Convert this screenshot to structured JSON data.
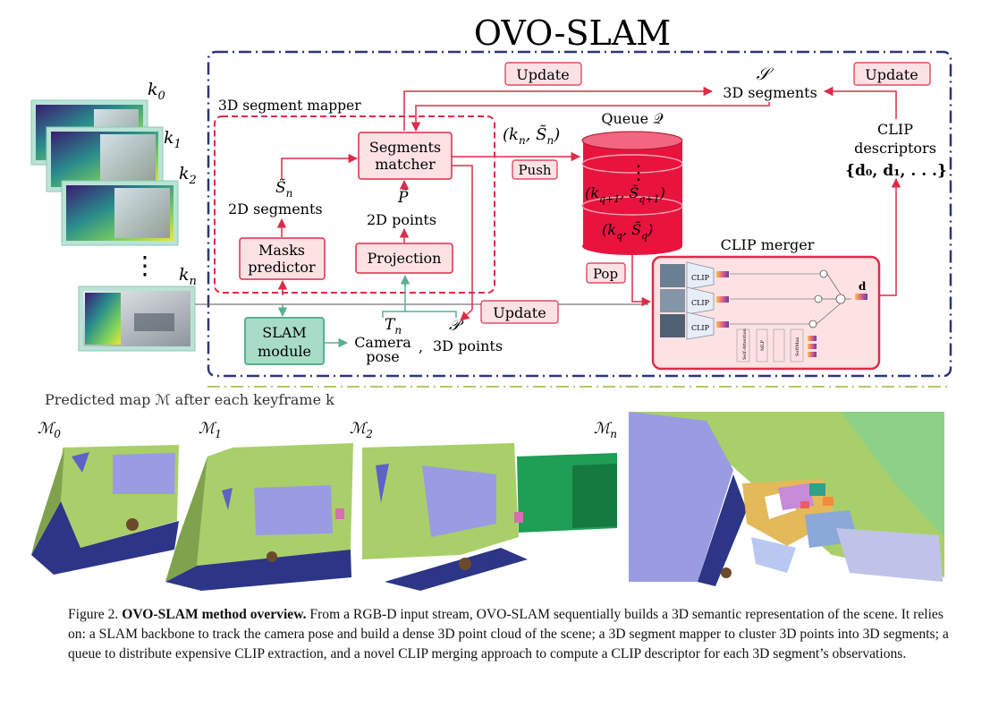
{
  "title": "OVO-SLAM",
  "labels": {
    "update_top": "Update",
    "update_right": "Update",
    "update_bottom": "Update",
    "segments_math": "𝒮",
    "segments_text": "3D segments",
    "mapper_title": "3D segment mapper",
    "matcher_line1": "Segments",
    "matcher_line2": "matcher",
    "tuple_text": "(k",
    "tuple_sub": "n",
    "tuple_rest": ", S̃",
    "tuple_sub2": "n",
    "tuple_close": ")",
    "queue_label": "Queue 𝒬",
    "push": "Push",
    "pop": "Pop",
    "clip_desc_line1": "CLIP",
    "clip_desc_line2": "descriptors",
    "clip_desc_set": "{d₀, d₁, . . .}",
    "s_tilde": "S̃",
    "s_tilde_sub": "n",
    "segments_2d": "2D segments",
    "p_tilde": "P̃",
    "points_2d": "2D points",
    "masks_line1": "Masks",
    "masks_line2": "predictor",
    "projection": "Projection",
    "slam_line1": "SLAM",
    "slam_line2": "module",
    "tn": "T",
    "tn_sub": "n",
    "camera_line1": "Camera",
    "camera_line2": "pose",
    "comma": ",",
    "p_math": "𝒫",
    "points_3d": "3D points",
    "queue_item_top": "(k",
    "queue_item_top_sub": "q+1",
    "queue_item_top_rest": ", S̃",
    "queue_item_top_sub2": "q+1",
    "queue_item_bottom": "(k",
    "queue_item_bottom_sub": "q",
    "queue_item_bottom_rest": ", S̃",
    "queue_item_bottom_sub2": "q",
    "clip_merger": "CLIP merger",
    "clip_small": "CLIP",
    "merger_d": "d",
    "merger_self_attention": "Self-Attention",
    "merger_mlp": "MLP",
    "merger_softmax": "SoftMax",
    "k0": "k",
    "k0_sub": "0",
    "k1": "k",
    "k1_sub": "1",
    "k2": "k",
    "k2_sub": "2",
    "kn": "k",
    "kn_sub": "n",
    "dots": "⋮",
    "predicted_map": "Predicted map ℳ after each keyframe k",
    "m0": "ℳ",
    "m0_sub": "0",
    "m1": "ℳ",
    "m1_sub": "1",
    "m2": "ℳ",
    "m2_sub": "2",
    "mn": "ℳ",
    "mn_sub": "n"
  },
  "caption": {
    "prefix": "Figure 2.",
    "bold": "OVO-SLAM method overview.",
    "text": "From a RGB-D input stream, OVO-SLAM sequentially builds a 3D semantic representation of the scene. It relies on: a SLAM backbone to track the camera pose and build a dense 3D point cloud of the scene; a 3D segment mapper to cluster 3D points into 3D segments; a queue to distribute expensive CLIP extraction, and a novel CLIP merging approach to compute a CLIP descriptor for each 3D segment’s observations."
  },
  "colors": {
    "red": "#dc2c4a",
    "pink_fill": "#fde2e4",
    "teal": "#5aae93",
    "teal_fill": "#a9dcc6",
    "navy": "#2e3578",
    "olive": "#b5c86a",
    "map_green": "#a9cf6a",
    "map_purple": "#9b9be3",
    "map_navy": "#2d3587"
  }
}
